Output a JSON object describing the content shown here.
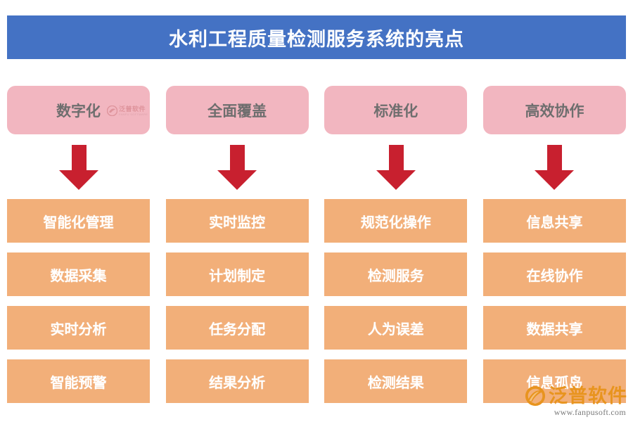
{
  "banner": {
    "title": "水利工程质量检测服务系统的亮点",
    "background_color": "#4472C4",
    "text_color": "#FFFFFF"
  },
  "colors": {
    "banner_blue": "#4472C4",
    "card_pink": "#F2B6C0",
    "card_orange": "#F2AF79",
    "arrow_red": "#C8202F",
    "pink_label_gray": "#6E6E6E",
    "logo_orange": "#E8941F"
  },
  "columns": [
    {
      "header": "数字化",
      "arrow": "down-arrow",
      "items": [
        "智能化管理",
        "数据采集",
        "实时分析",
        "智能预警"
      ]
    },
    {
      "header": "全面覆盖",
      "arrow": "down-arrow",
      "items": [
        "实时监控",
        "计划制定",
        "任务分配",
        "结果分析"
      ]
    },
    {
      "header": "标准化",
      "arrow": "down-arrow",
      "items": [
        "规范化操作",
        "检测服务",
        "人为误差",
        "检测结果"
      ]
    },
    {
      "header": "高效协作",
      "arrow": "down-arrow",
      "items": [
        "信息共享",
        "在线协作",
        "数据共享",
        "信息孤岛"
      ]
    }
  ],
  "watermark": {
    "brand_cn": "泛普软件",
    "brand_en": "FANPU SOFTWARE",
    "url": "www.fanpusoft.com",
    "icon": "fanpu-swoosh-logo-icon"
  }
}
